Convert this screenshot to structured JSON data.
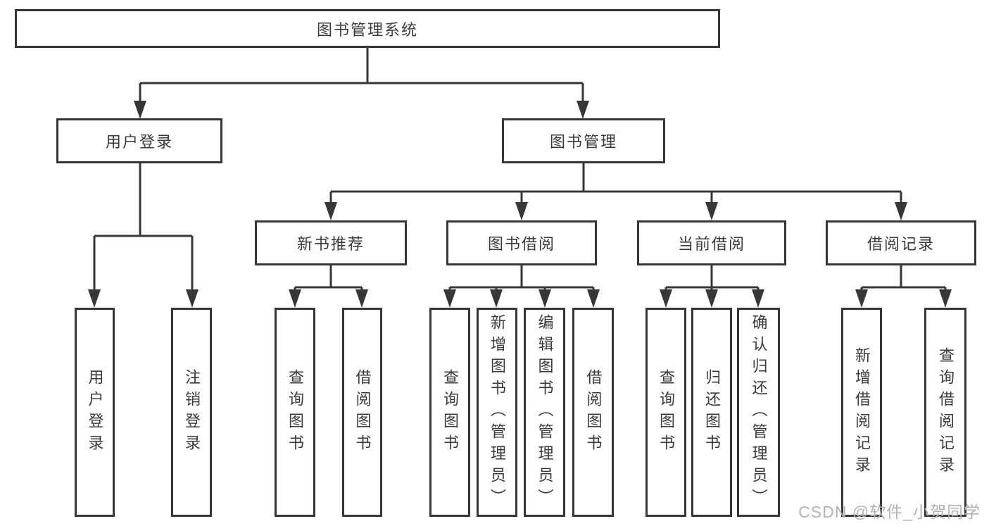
{
  "diagram": {
    "title_box": {
      "label": "图书管理系统"
    },
    "level2": [
      {
        "label": "用户登录"
      },
      {
        "label": "图书管理"
      }
    ],
    "level3": [
      {
        "label": "新书推荐"
      },
      {
        "label": "图书借阅"
      },
      {
        "label": "当前借阅"
      },
      {
        "label": "借阅记录"
      }
    ],
    "leaves": [
      {
        "label": "用户登录"
      },
      {
        "label": "注销登录"
      },
      {
        "label": "查询图书"
      },
      {
        "label": "借阅图书"
      },
      {
        "label": "查询图书"
      },
      {
        "label": "新增图书（管理员）"
      },
      {
        "label": "编辑图书（管理员）"
      },
      {
        "label": "借阅图书"
      },
      {
        "label": "查询图书"
      },
      {
        "label": "归还图书"
      },
      {
        "label": "确认归还（管理员）"
      },
      {
        "label": "新增借阅记录"
      },
      {
        "label": "查询借阅记录"
      }
    ]
  },
  "watermark": {
    "text": "CSDN @软件_小贺同学"
  },
  "colors": {
    "line": "#373737",
    "box_border": "#373737",
    "box_fill": "#ffffff",
    "text": "#3a3a3a",
    "watermark": "#b3b3b3",
    "background": "#ffffff"
  }
}
